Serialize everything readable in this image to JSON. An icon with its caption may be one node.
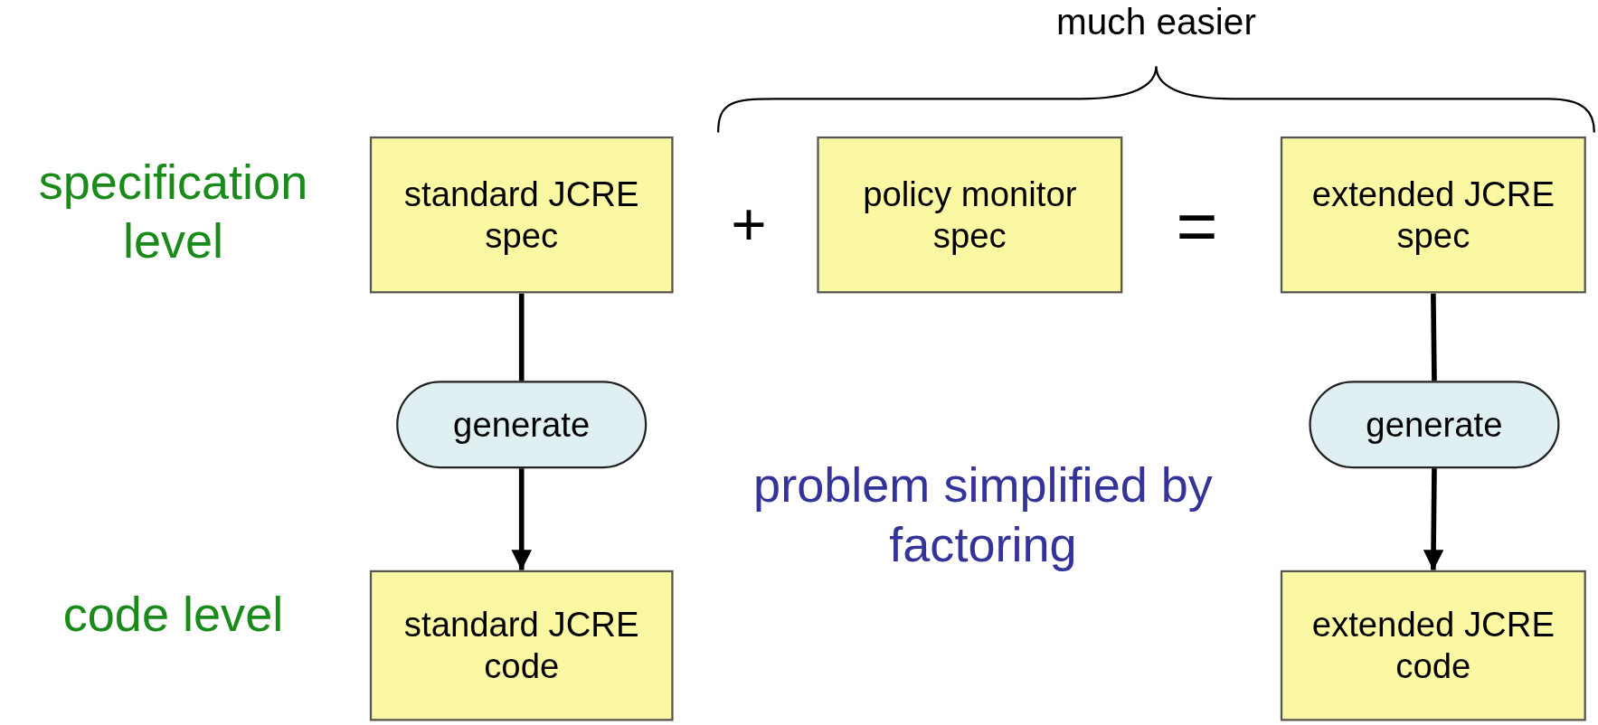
{
  "diagram": {
    "nodes": [
      {
        "text": [
          "standard JCRE spec"
        ]
      },
      {
        "text": [
          "policy monitor spec"
        ]
      },
      {
        "text": [
          "extended JCRE spec"
        ]
      },
      {
        "text": [
          "generate"
        ]
      },
      {
        "text": [
          "standard JCRE code"
        ]
      },
      {
        "text": [
          "generate"
        ]
      },
      {
        "text": [
          "extended JCRE code"
        ]
      }
    ],
    "edges": [
      {
        "from": 0,
        "to": 3,
        "arrow": "none"
      },
      {
        "from": 3,
        "to": 4,
        "arrow": "to"
      },
      {
        "from": 2,
        "to": 5,
        "arrow": "none"
      },
      {
        "from": 5,
        "to": 6,
        "arrow": "to"
      }
    ],
    "labels": [
      "much easier",
      "specification level",
      "+",
      "=",
      "problem simplified by factoring",
      "code level"
    ]
  }
}
